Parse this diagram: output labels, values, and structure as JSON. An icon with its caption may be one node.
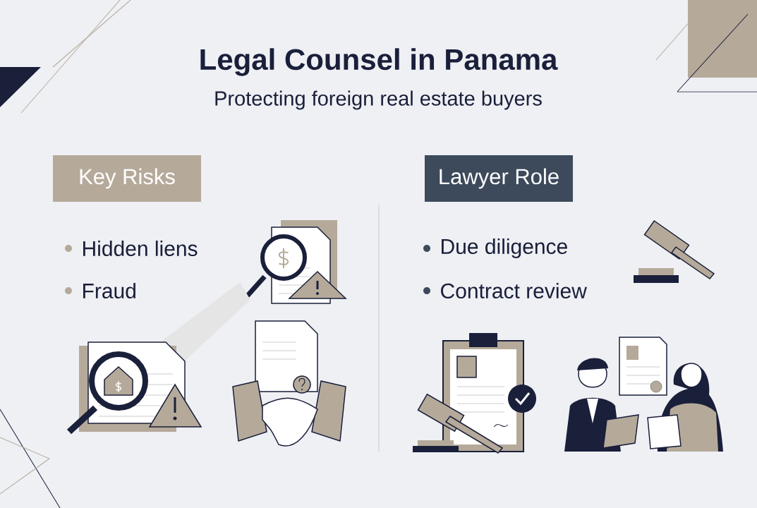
{
  "diagram": {
    "title": "Legal Counsel in Panama",
    "nodes": [
      {
        "text": [
          "Key Risks"
        ]
      },
      {
        "text": [
          "Lawyer Role"
        ]
      }
    ],
    "labels": [
      "Protecting foreign real estate buyers",
      "Hidden liens",
      "Fraud",
      "Due diligence",
      "Contract review"
    ]
  }
}
